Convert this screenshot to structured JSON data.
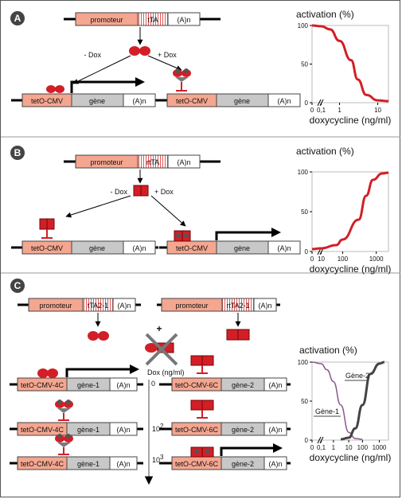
{
  "colors": {
    "promoter": "#f4a690",
    "promoter_stroke": "#444444",
    "trans_stripes": "#e05a5a",
    "gene_box": "#c8c8c8",
    "red": "#d21f27",
    "grey_protein": "#7a7a7a",
    "dark_circle": "#333333",
    "curve_red": "#d21f27",
    "curve_purple": "#8a5a8a",
    "curve_dark": "#444444"
  },
  "panel_a": {
    "letter": "A",
    "promoter_label": "promoteur",
    "trans_label": "tTA",
    "polya_label": "(A)n",
    "minus_dox": "- Dox",
    "plus_dox": "+ Dox",
    "left_target_label": "tetO-CMV",
    "left_gene_label": "gène",
    "left_polya": "(A)n",
    "right_target_label": "tetO-CMV",
    "right_gene_label": "gène",
    "right_polya": "(A)n"
  },
  "panel_b": {
    "letter": "B",
    "promoter_label": "promoteur",
    "trans_label": "rtTA",
    "polya_label": "(A)n",
    "minus_dox": "- Dox",
    "plus_dox": "+ Dox",
    "left_target_label": "tetO-CMV",
    "left_gene_label": "gène",
    "left_polya": "(A)n",
    "right_target_label": "tetO-CMV",
    "right_gene_label": "gène",
    "right_polya": "(A)n"
  },
  "panel_c": {
    "letter": "C",
    "left_promoter_label": "promoteur",
    "left_trans_label": "tTA2-1",
    "left_polya": "(A)n",
    "right_promoter_label": "promoteur",
    "right_trans_label": "rtTA2-1",
    "right_polya": "(A)n",
    "plus_sign": "+",
    "dox_label": "Dox (ng/ml)",
    "dose_0": "0",
    "dose_1_base": "10",
    "dose_1_exp": "2",
    "dose_2_base": "10",
    "dose_2_exp": "3",
    "left_target_label": "tetO-CMV-4C",
    "left_gene_label": "gène-1",
    "right_target_label": "tetO-CMV-6C",
    "right_gene_label": "gène-2",
    "polya": "(A)n"
  },
  "chart_data": [
    {
      "type": "line",
      "title": "activation (%)",
      "xlabel": "doxycycline (ng/ml)",
      "ylabel": "activation (%)",
      "x_tick_labels": [
        "0",
        "0,1",
        "1",
        "10"
      ],
      "y_tick_labels": [
        "0",
        "50",
        "100"
      ],
      "ylim": [
        0,
        100
      ],
      "x_scale": "log",
      "series": [
        {
          "x": [
            0,
            0.1,
            0.3,
            1,
            2,
            3,
            5,
            10,
            20
          ],
          "y": [
            100,
            99,
            95,
            80,
            55,
            30,
            10,
            3,
            2
          ]
        }
      ]
    },
    {
      "type": "line",
      "title": "activation (%)",
      "xlabel": "doxycycline (ng/ml)",
      "ylabel": "activation (%)",
      "x_tick_labels": [
        "0",
        "10",
        "100",
        "1000"
      ],
      "y_tick_labels": [
        "0",
        "50",
        "100"
      ],
      "ylim": [
        0,
        100
      ],
      "x_scale": "log",
      "series": [
        {
          "x": [
            0,
            10,
            50,
            100,
            300,
            500,
            800,
            1500,
            2500
          ],
          "y": [
            3,
            4,
            8,
            15,
            40,
            70,
            90,
            98,
            99
          ]
        }
      ]
    },
    {
      "type": "line",
      "title": "activation (%)",
      "xlabel": "doxycycline (ng/ml)",
      "ylabel": "activation (%)",
      "x_tick_labels": [
        "0",
        "0,1",
        "1",
        "10",
        "100",
        "1000"
      ],
      "y_tick_labels": [
        "0",
        "50",
        "100"
      ],
      "ylim": [
        0,
        100
      ],
      "x_scale": "log",
      "series": [
        {
          "name": "Gène-1",
          "x": [
            0,
            0.1,
            0.3,
            1,
            3,
            10,
            30,
            100
          ],
          "y": [
            100,
            98,
            90,
            75,
            45,
            10,
            2,
            1
          ]
        },
        {
          "name": "Gène-2",
          "x": [
            3,
            10,
            30,
            100,
            300,
            1000,
            2000
          ],
          "y": [
            1,
            3,
            15,
            45,
            85,
            98,
            100
          ]
        }
      ]
    }
  ]
}
